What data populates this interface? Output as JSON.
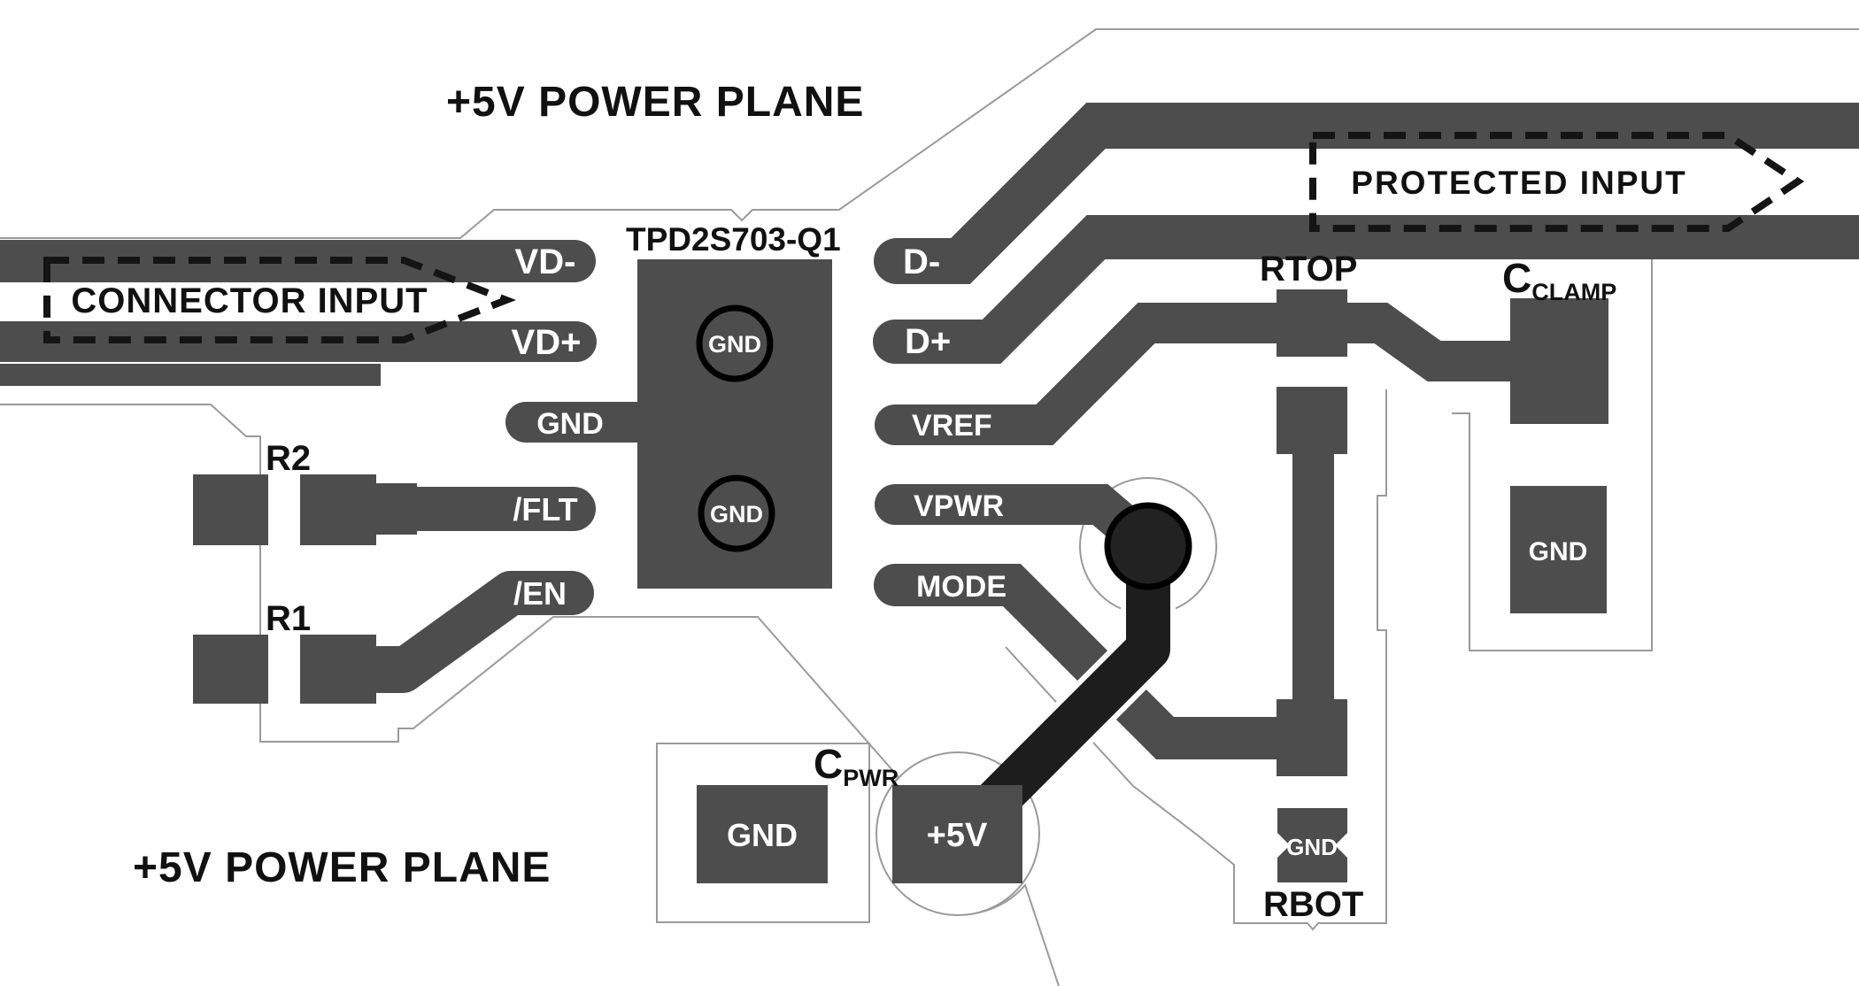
{
  "titles": {
    "top": "+5V POWER PLANE",
    "bottom": "+5V POWER PLANE"
  },
  "ic": {
    "part": "TPD2S703-Q1",
    "via_top": "GND",
    "via_bottom": "GND"
  },
  "pins": {
    "left": [
      "VD-",
      "VD+",
      "GND",
      "/FLT",
      "/EN"
    ],
    "right": [
      "D-",
      "D+",
      "VREF",
      "VPWR",
      "MODE"
    ]
  },
  "flow_labels": {
    "connector": "CONNECTOR INPUT",
    "protected": "PROTECTED  INPUT"
  },
  "components": {
    "r2": "R2",
    "r1": "R1",
    "rtop": "RTOP",
    "rbot": "RBOT",
    "c_clamp": {
      "c": "C",
      "sub": "CLAMP"
    },
    "c_pwr": {
      "c": "C",
      "sub": "PWR"
    }
  },
  "pads": {
    "c_pwr_gnd": "GND",
    "plus_5v": "+5V",
    "c_clamp_gnd": "GND",
    "rbot_gnd": "GND"
  },
  "colors": {
    "copper": "#4d4d4d",
    "via_black": "#1d1d1d",
    "outline_gray": "#9a9a9a",
    "text_dark": "#111111",
    "text_light": "#ffffff",
    "background": "#ffffff"
  }
}
